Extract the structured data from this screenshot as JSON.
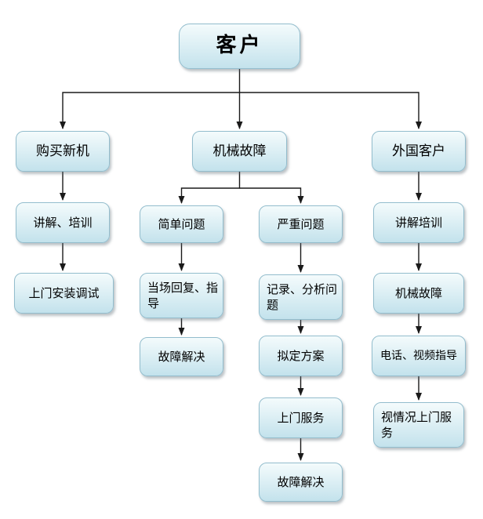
{
  "diagram_type": "flowchart",
  "colors": {
    "background": "#ffffff",
    "node_fill_top": "#f4fbfc",
    "node_fill_bottom": "#c3e2ec",
    "node_border": "#93bdcd",
    "connector": "#1a1a1a",
    "text": "#000000"
  },
  "nodes": {
    "customer": {
      "label": "客户"
    },
    "buy_new_machine": {
      "label": "购买新机"
    },
    "explain_training": {
      "label": "讲解、培训"
    },
    "onsite_install_debug": {
      "label": "上门安装调试"
    },
    "mechanical_fault": {
      "label": "机械故障"
    },
    "simple_issue": {
      "label": "简单问题"
    },
    "onsite_reply_guide": {
      "label": "当场回复、指导"
    },
    "fault_resolved_simple": {
      "label": "故障解决"
    },
    "serious_issue": {
      "label": "严重问题"
    },
    "record_analyze_issue": {
      "label": "记录、分析问题"
    },
    "draft_plan": {
      "label": "拟定方案"
    },
    "onsite_service": {
      "label": "上门服务"
    },
    "fault_resolved_serious": {
      "label": "故障解决"
    },
    "foreign_customer": {
      "label": "外国客户"
    },
    "explain_training_foreign": {
      "label": "讲解培训"
    },
    "mechanical_fault_foreign": {
      "label": "机械故障"
    },
    "phone_video_guide": {
      "label": "电话、视频指导"
    },
    "onsite_service_as_needed": {
      "label": "视情况上门服务"
    }
  },
  "edges": [
    {
      "from": "customer",
      "to": "buy_new_machine"
    },
    {
      "from": "customer",
      "to": "mechanical_fault"
    },
    {
      "from": "customer",
      "to": "foreign_customer"
    },
    {
      "from": "buy_new_machine",
      "to": "explain_training"
    },
    {
      "from": "explain_training",
      "to": "onsite_install_debug"
    },
    {
      "from": "mechanical_fault",
      "to": "simple_issue"
    },
    {
      "from": "mechanical_fault",
      "to": "serious_issue"
    },
    {
      "from": "simple_issue",
      "to": "onsite_reply_guide"
    },
    {
      "from": "onsite_reply_guide",
      "to": "fault_resolved_simple"
    },
    {
      "from": "serious_issue",
      "to": "record_analyze_issue"
    },
    {
      "from": "record_analyze_issue",
      "to": "draft_plan"
    },
    {
      "from": "draft_plan",
      "to": "onsite_service"
    },
    {
      "from": "onsite_service",
      "to": "fault_resolved_serious"
    },
    {
      "from": "foreign_customer",
      "to": "explain_training_foreign"
    },
    {
      "from": "explain_training_foreign",
      "to": "mechanical_fault_foreign"
    },
    {
      "from": "mechanical_fault_foreign",
      "to": "phone_video_guide"
    },
    {
      "from": "phone_video_guide",
      "to": "onsite_service_as_needed"
    }
  ]
}
